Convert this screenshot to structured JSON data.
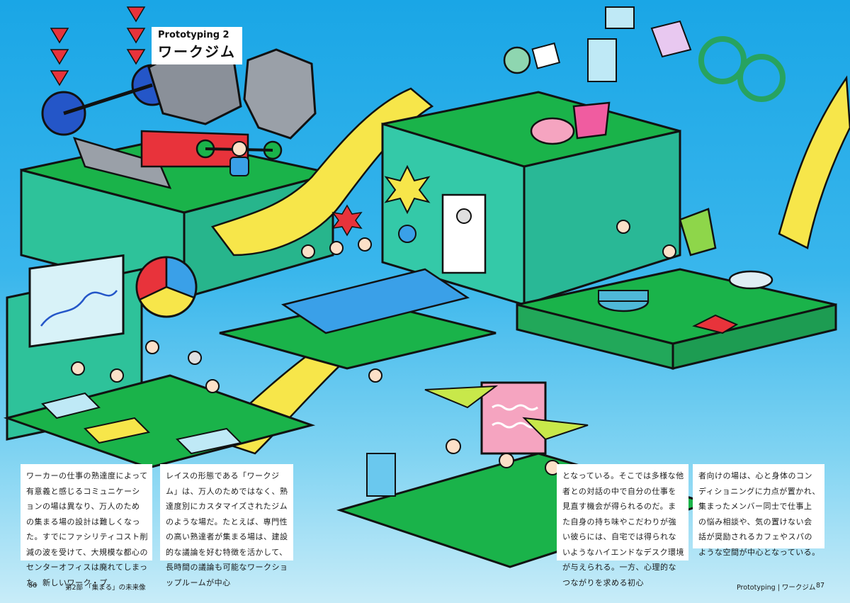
{
  "title": {
    "english": "Prototyping 2",
    "japanese": "ワークジム"
  },
  "body_text": {
    "column_1": "ワーカーの仕事の熟達度によって有意義と感じるコミュニケーションの場は異なり、万人のための集まる場の設計は難しくなった。すでにファシリティコスト削減の波を受けて、大規模な都心のセンターオフィスは廃れてしまった。新しいワーク・プ",
    "column_2": "レイスの形態である「ワークジム」は、万人のためではなく、熟達度別にカスタマイズされたジムのような場だ。たとえば、専門性の高い熟達者が集まる場は、建設的な議論を好む特徴を活かして、長時間の議論も可能なワークショップルームが中心",
    "column_3": "となっている。そこでは多様な他者との対話の中で自分の仕事を見直す機会が得られるのだ。また自身の持ち味やこだわりが強い彼らには、自宅では得られないようなハイエンドなデスク環境が与えられる。一方、心理的なつながりを求める初心",
    "column_4": "者向けの場は、心と身体のコンディショニングに力点が置かれ、集まったメンバー同士で仕事上の悩み相談や、気の置けない会話が奨励されるカフェやスパのような空間が中心となっている。"
  },
  "footer": {
    "left_page_number": "86",
    "left_section": "第2部 「集まる」の未来像",
    "right_section": "Prototyping | ワークジム",
    "right_page_number": "87"
  },
  "colors": {
    "sky_blue": "#1aa6e6",
    "grass_green": "#1ab34a",
    "teal_wall": "#2ec29a",
    "ribbon_yellow": "#f7e64a",
    "outline": "#111111",
    "accent_red": "#e8333b"
  }
}
